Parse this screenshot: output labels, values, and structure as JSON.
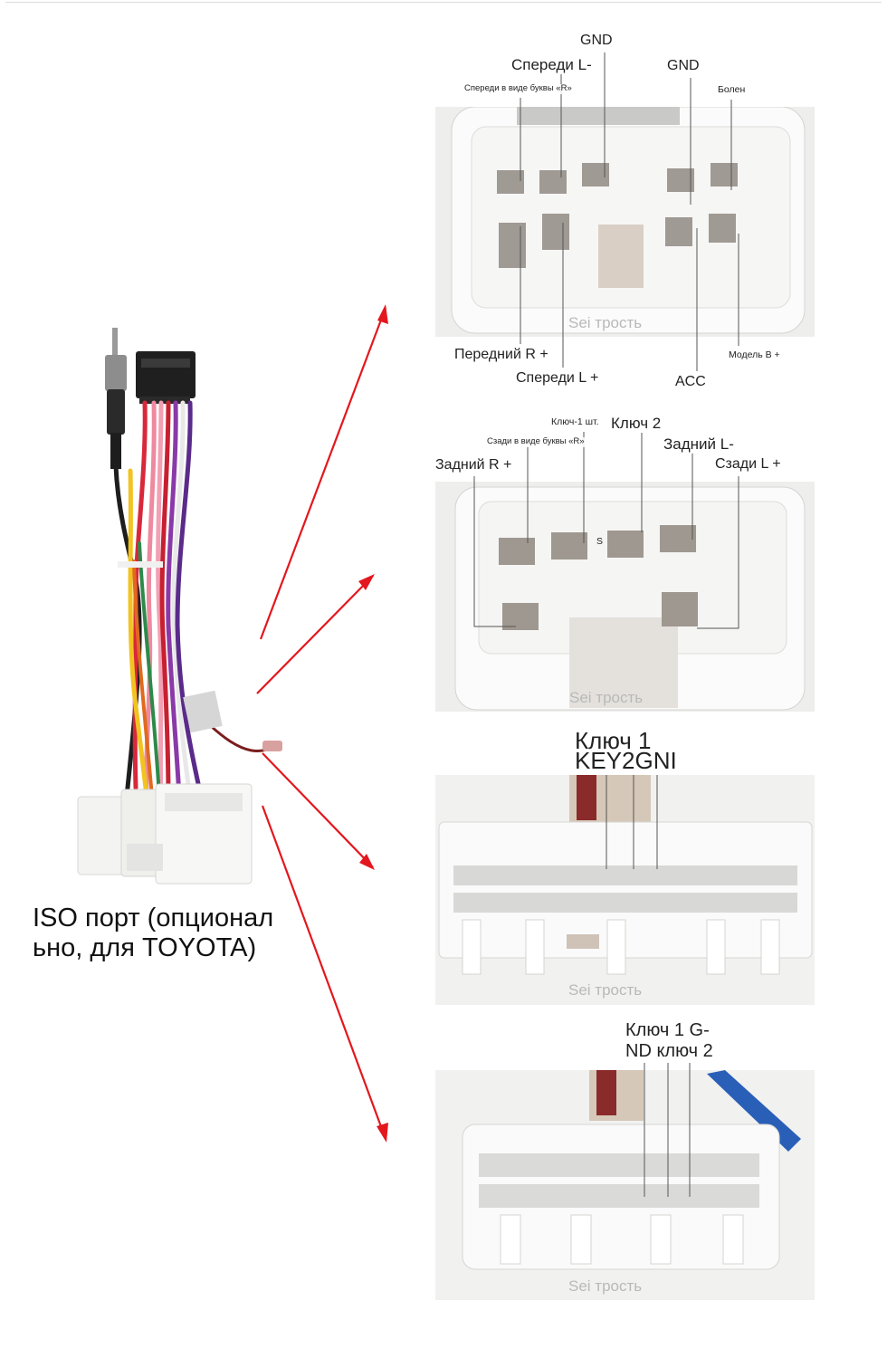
{
  "iso_caption": {
    "line1": "ISO порт (опционал",
    "line2": "ьно, для TOYOTA)"
  },
  "watermark": "Sei трость",
  "panel1": {
    "gnd_top": "GND",
    "front_l_minus": "Спереди L-",
    "front_r_letter": "Спереди в виде буквы «R»",
    "gnd_right": "GND",
    "bolen": "Болен",
    "front_r_plus": "Передний R +",
    "front_l_plus": "Спереди L +",
    "acc": "ACC",
    "model_b_plus": "Модель В +"
  },
  "panel2": {
    "key1_pcs": "Ключ-1 шт.",
    "key2": "Ключ 2",
    "rear_r_letter": "Сзади в виде буквы «R»",
    "rear_l_minus": "Задний L-",
    "rear_r_plus": "Задний R +",
    "rear_l_plus": "Сзади L +",
    "s_mark": "S"
  },
  "panel3": {
    "line1": "Ключ 1",
    "line2": "KEY2GNI"
  },
  "panel4": {
    "line1": "Ключ 1 G-",
    "line2": "ND ключ 2"
  },
  "colors": {
    "arrow": "#e3171e",
    "connector": "#f6f6f4",
    "wire_red": "#d8283b",
    "wire_black": "#222222"
  }
}
